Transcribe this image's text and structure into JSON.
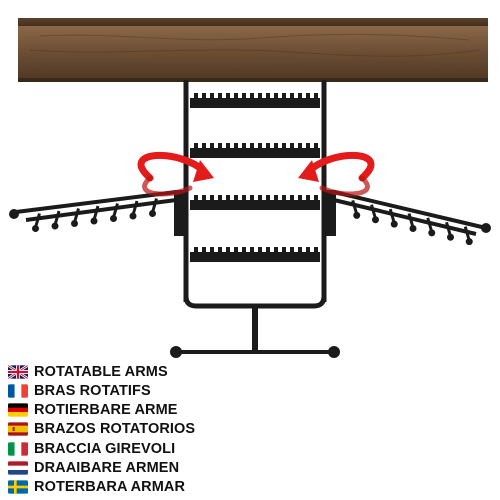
{
  "colors": {
    "wood_light": "#7a5a3e",
    "wood_dark": "#4a3322",
    "metal": "#1b1b1b",
    "arrow_red": "#e31b1b"
  },
  "icons": [
    "rotation-arrow-icon",
    "rotation-arrow-icon"
  ],
  "languages": [
    {
      "flag": "uk-flag-icon",
      "label": "ROTATABLE ARMS"
    },
    {
      "flag": "france-flag-icon",
      "label": "BRAS ROTATIFS"
    },
    {
      "flag": "germany-flag-icon",
      "label": "ROTIERBARE ARME"
    },
    {
      "flag": "spain-flag-icon",
      "label": "BRAZOS ROTATORIOS"
    },
    {
      "flag": "italy-flag-icon",
      "label": "BRACCIA GIREVOLI"
    },
    {
      "flag": "netherlands-flag-icon",
      "label": "DRAAIBARE ARMEN"
    },
    {
      "flag": "sweden-flag-icon",
      "label": "ROTERBARA ARMAR"
    }
  ]
}
